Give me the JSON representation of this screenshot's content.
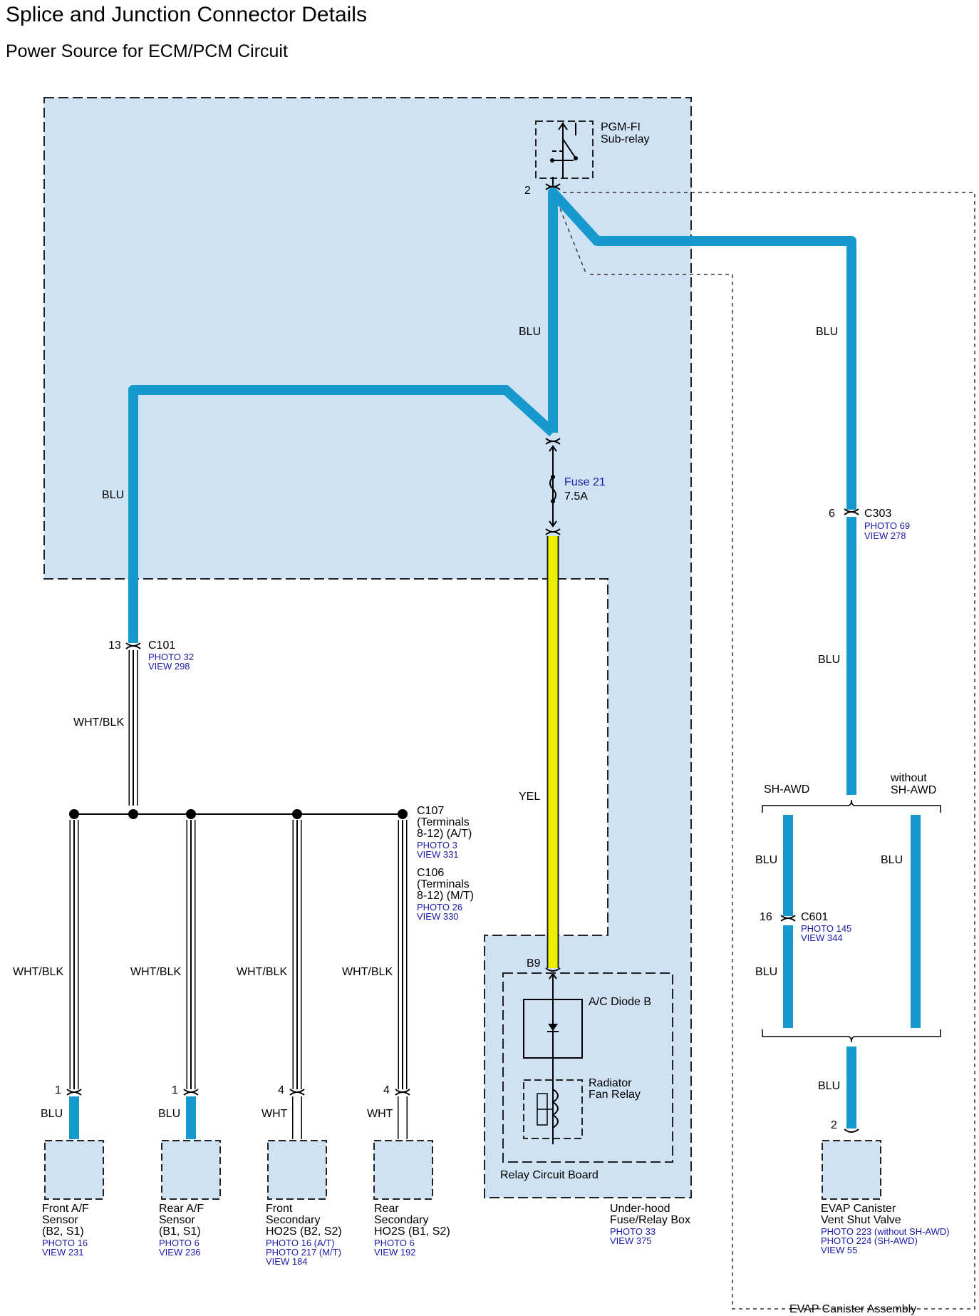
{
  "title": "Splice and Junction Connector Details",
  "subtitle": "Power Source for ECM/PCM Circuit",
  "colors": {
    "blu_wire": "#1699cc",
    "yel_wire": "#eef000",
    "box_fill": "#cfe2f3",
    "ref_text": "#1a1aa8"
  },
  "relay": {
    "name_line1": "PGM-FI",
    "name_line2": "Sub-relay",
    "pin": "2"
  },
  "fuse": {
    "name": "Fuse 21",
    "rating": "7.5A"
  },
  "wires": {
    "blu_left": "BLU",
    "blu_center": "BLU",
    "blu_right_upper": "BLU",
    "blu_right_lower": "BLU",
    "wht_blk_trunk": "WHT/BLK",
    "yel": "YEL",
    "wht_blk_1": "WHT/BLK",
    "wht_blk_2": "WHT/BLK",
    "wht_blk_3": "WHT/BLK",
    "wht_blk_4": "WHT/BLK",
    "s1_end": "BLU",
    "s2_end": "BLU",
    "s3_end": "WHT",
    "s4_end": "WHT",
    "sh_awd_upper": "BLU",
    "sh_awd_lower": "BLU",
    "without_sh_awd": "BLU",
    "valve_in": "BLU"
  },
  "connectors": {
    "c101": {
      "pin": "13",
      "name": "C101",
      "photo": "PHOTO 32",
      "view": "VIEW 298"
    },
    "c303": {
      "pin": "6",
      "name": "C303",
      "photo": "PHOTO 69",
      "view": "VIEW 278"
    },
    "c601": {
      "pin": "16",
      "name": "C601",
      "photo": "PHOTO 145",
      "view": "VIEW 344"
    },
    "c107": {
      "l1": "C107",
      "l2": "(Terminals",
      "l3": "8-12) (A/T)",
      "photo": "PHOTO 3",
      "view": "VIEW 331"
    },
    "c106": {
      "l1": "C106",
      "l2": "(Terminals",
      "l3": "8-12) (M/T)",
      "photo": "PHOTO 26",
      "view": "VIEW 330"
    },
    "b9": "B9"
  },
  "variants": {
    "sh_awd": "SH-AWD",
    "without_l1": "without",
    "without_l2": "SH-AWD"
  },
  "relay_board": {
    "diode": "A/C Diode B",
    "fan_l1": "Radiator",
    "fan_l2": "Fan Relay",
    "board": "Relay Circuit Board"
  },
  "fuse_box": {
    "l1": "Under-hood",
    "l2": "Fuse/Relay Box",
    "photo": "PHOTO 33",
    "view": "VIEW 375"
  },
  "sensors": [
    {
      "pin": "1",
      "l1": "Front A/F",
      "l2": "Sensor",
      "l3": "(B2, S1)",
      "photo": "PHOTO 16",
      "view": "VIEW 231"
    },
    {
      "pin": "1",
      "l1": "Rear A/F",
      "l2": "Sensor",
      "l3": "(B1, S1)",
      "photo": "PHOTO 6",
      "view": "VIEW 236"
    },
    {
      "pin": "4",
      "l1": "Front",
      "l2": "Secondary",
      "l3": "HO2S (B2, S2)",
      "photo": "PHOTO 16 (A/T)",
      "photo2": "PHOTO 217 (M/T)",
      "view": "VIEW 184"
    },
    {
      "pin": "4",
      "l1": "Rear",
      "l2": "Secondary",
      "l3": "HO2S (B1, S2)",
      "photo": "PHOTO 6",
      "view": "VIEW 192"
    }
  ],
  "evap_valve": {
    "pin": "2",
    "l1": "EVAP Canister",
    "l2": "Vent Shut Valve",
    "photo1": "PHOTO 223 (without SH-AWD)",
    "photo2": "PHOTO 224 (SH-AWD)",
    "view": "VIEW 55"
  },
  "evap_assembly": "EVAP Canister Assembly"
}
